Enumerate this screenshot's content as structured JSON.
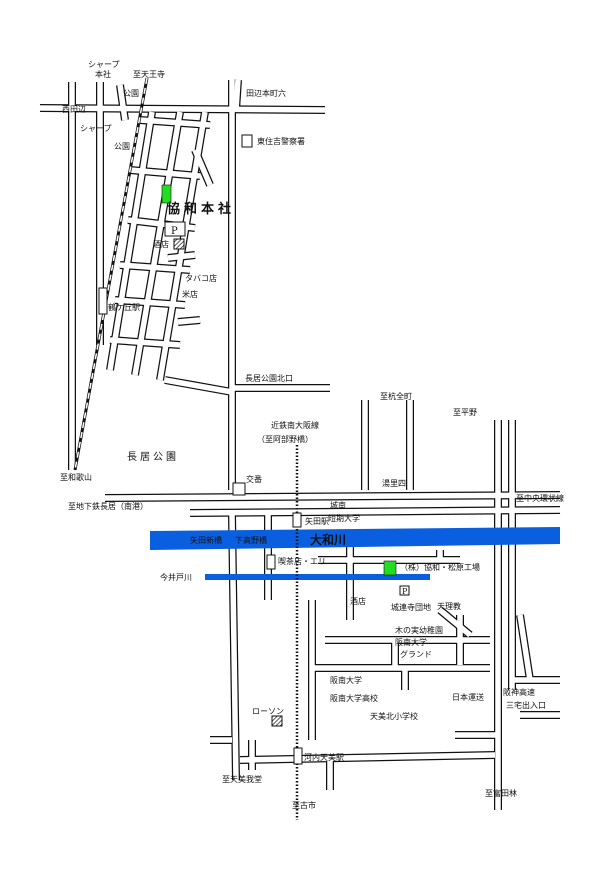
{
  "colors": {
    "river": "#0a5ee0",
    "building": "#22dd22",
    "road": "#111111"
  },
  "labels": {
    "sharp_hq_line1": "シャープ",
    "sharp_hq_line2": "本社",
    "to_tennoji": "至天王寺",
    "park_top": "公園",
    "nishitanabe": "西田辺",
    "tanabe_honmachi": "田辺本町六",
    "sharp": "シャープ",
    "park_mid": "公園",
    "higashi_police": "東住吉警察署",
    "kyowa_hq": "協和本社",
    "parking": "P",
    "liquor_top": "酒店",
    "tobacco": "タバコ店",
    "rice": "米店",
    "tsurugaoka": "鶴ケ丘駅",
    "nagai_kita": "長居公園北口",
    "nagai_park": "長居公園",
    "to_wakayama": "至和歌山",
    "to_kotsuzen": "至杭全町",
    "kintetsu_line1": "近鉄南大阪線",
    "kintetsu_line2": "（至阿部野橋）",
    "koban": "交番",
    "yuzato": "湯里四",
    "to_hirano": "至平野",
    "to_chuo": "至中央環状線",
    "to_subway": "至地下鉄長居（南港）",
    "jonan": "城南",
    "tanki": "短期大学",
    "yata_st": "矢田駅",
    "yata_bridge": "矢田新橋",
    "shimotakano": "下高野橋",
    "yamato": "大和川",
    "cafe": "喫茶店・エリ",
    "kyowa_factory": "（株）協和・松原工場",
    "imaido": "今井戸川",
    "parking2": "P",
    "liquor_bot": "酒店",
    "jorenji": "城連寺団地",
    "tenri": "天理教",
    "kinomi": "木の実幼稚園",
    "hannan_ground1": "阪南大学",
    "hannan_ground2": "グランド",
    "hannan_univ": "阪南大学",
    "hannan_high": "阪南大学高校",
    "amami_kita": "天美北小学校",
    "nippon_unso": "日本運送",
    "hanshin1": "阪神高速",
    "hanshin2": "三宅出入口",
    "lawson": "ローソン",
    "kawachi_amami": "河内天美駅",
    "to_amami_gado": "至天美我堂",
    "to_furuichi": "至古市",
    "to_tondabayashi": "至富田林"
  }
}
